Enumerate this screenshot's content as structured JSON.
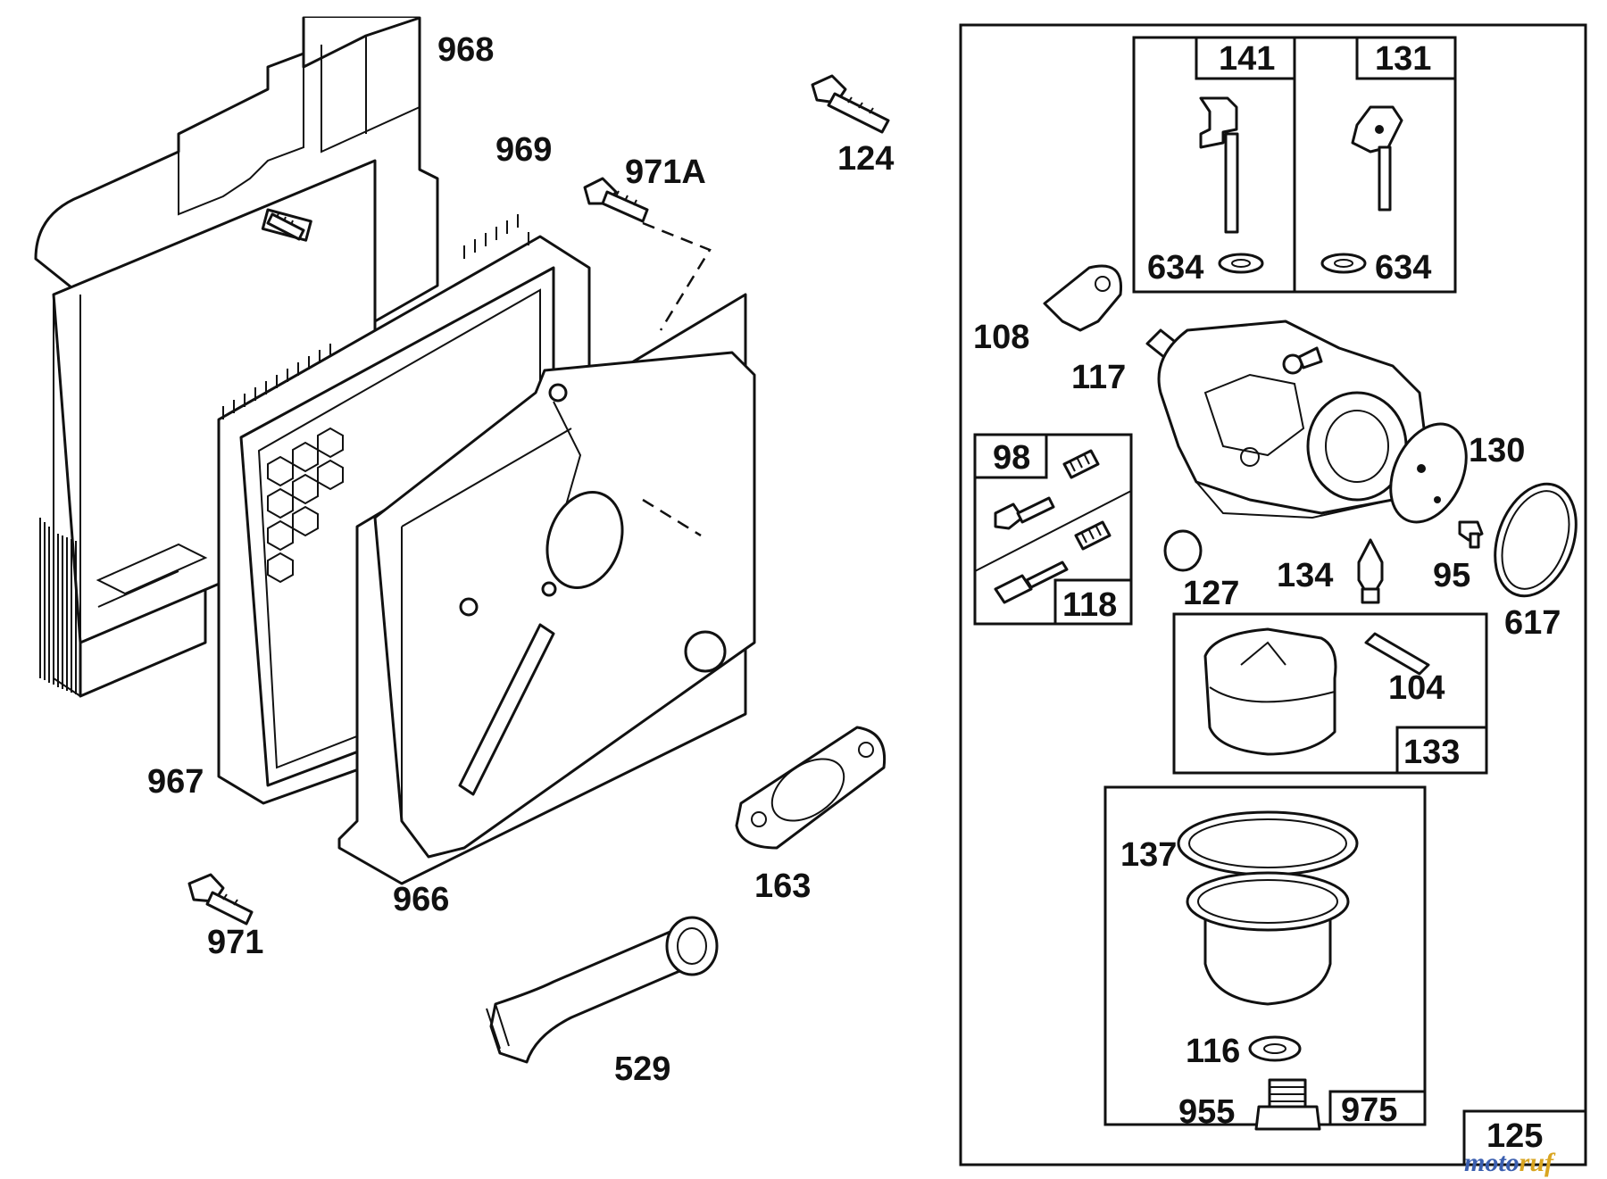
{
  "parts": {
    "p968": "968",
    "p969": "969",
    "p971a": "971A",
    "p124": "124",
    "p967": "967",
    "p966": "966",
    "p163": "163",
    "p971": "971",
    "p529": "529"
  },
  "carburetor": {
    "kit_141": "141",
    "kit_131": "131",
    "p634_left": "634",
    "p634_right": "634",
    "p108": "108",
    "p117": "117",
    "kit_98": "98",
    "kit_118": "118",
    "p130": "130",
    "p127": "127",
    "p134": "134",
    "p95": "95",
    "p617": "617",
    "p104": "104",
    "kit_133": "133",
    "p137": "137",
    "p116": "116",
    "p955": "955",
    "kit_975": "975",
    "assembly_125": "125"
  },
  "watermark": {
    "text": "motoruf",
    "colors": [
      "#3b5fb0",
      "#d9a521"
    ]
  }
}
